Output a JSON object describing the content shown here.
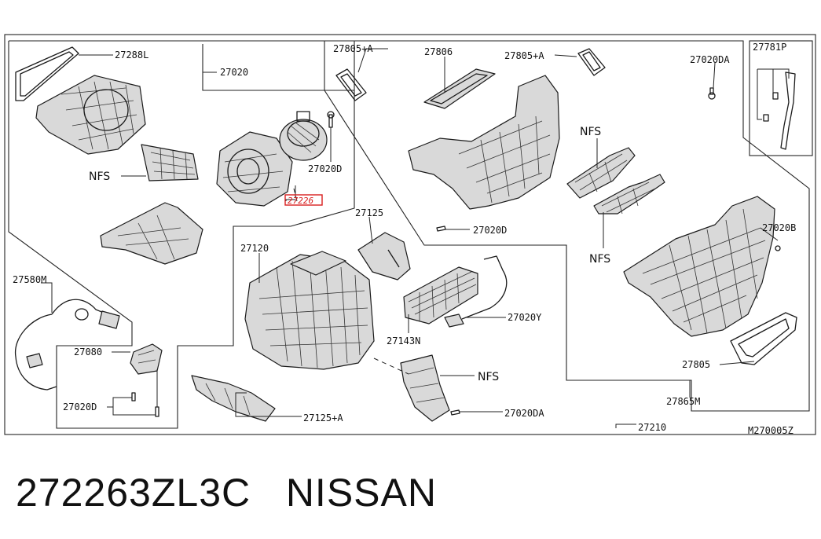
{
  "diagram": {
    "labels": {
      "p27288L": "27288L",
      "p27020": "27020",
      "nfs_left": "NFS",
      "p27020D_top": "27020D",
      "p27226": "27226",
      "p27580M": "27580M",
      "p27080": "27080",
      "p27020D_bottom": "27020D",
      "p27805A_left": "27805+A",
      "p27806": "27806",
      "p27805A_right": "27805+A",
      "p27020DA_top": "27020DA",
      "p27781P": "27781P",
      "nfs_mid_top": "NFS",
      "nfs_mid_bottom": "NFS",
      "p27125": "27125",
      "p27020D_mid": "27020D",
      "p27120": "27120",
      "p27143N": "27143N",
      "p27020Y": "27020Y",
      "p27020B": "27020B",
      "nfs_lower": "NFS",
      "p27020DA_bottom": "27020DA",
      "p27125A": "27125+A",
      "p27805": "27805",
      "p27865M": "27865M",
      "p27210": "27210",
      "figure_code": "M270005Z"
    },
    "highlight_color": "#d81e1e"
  },
  "caption": {
    "part_number": "272263ZL3C",
    "brand": "NISSAN"
  }
}
